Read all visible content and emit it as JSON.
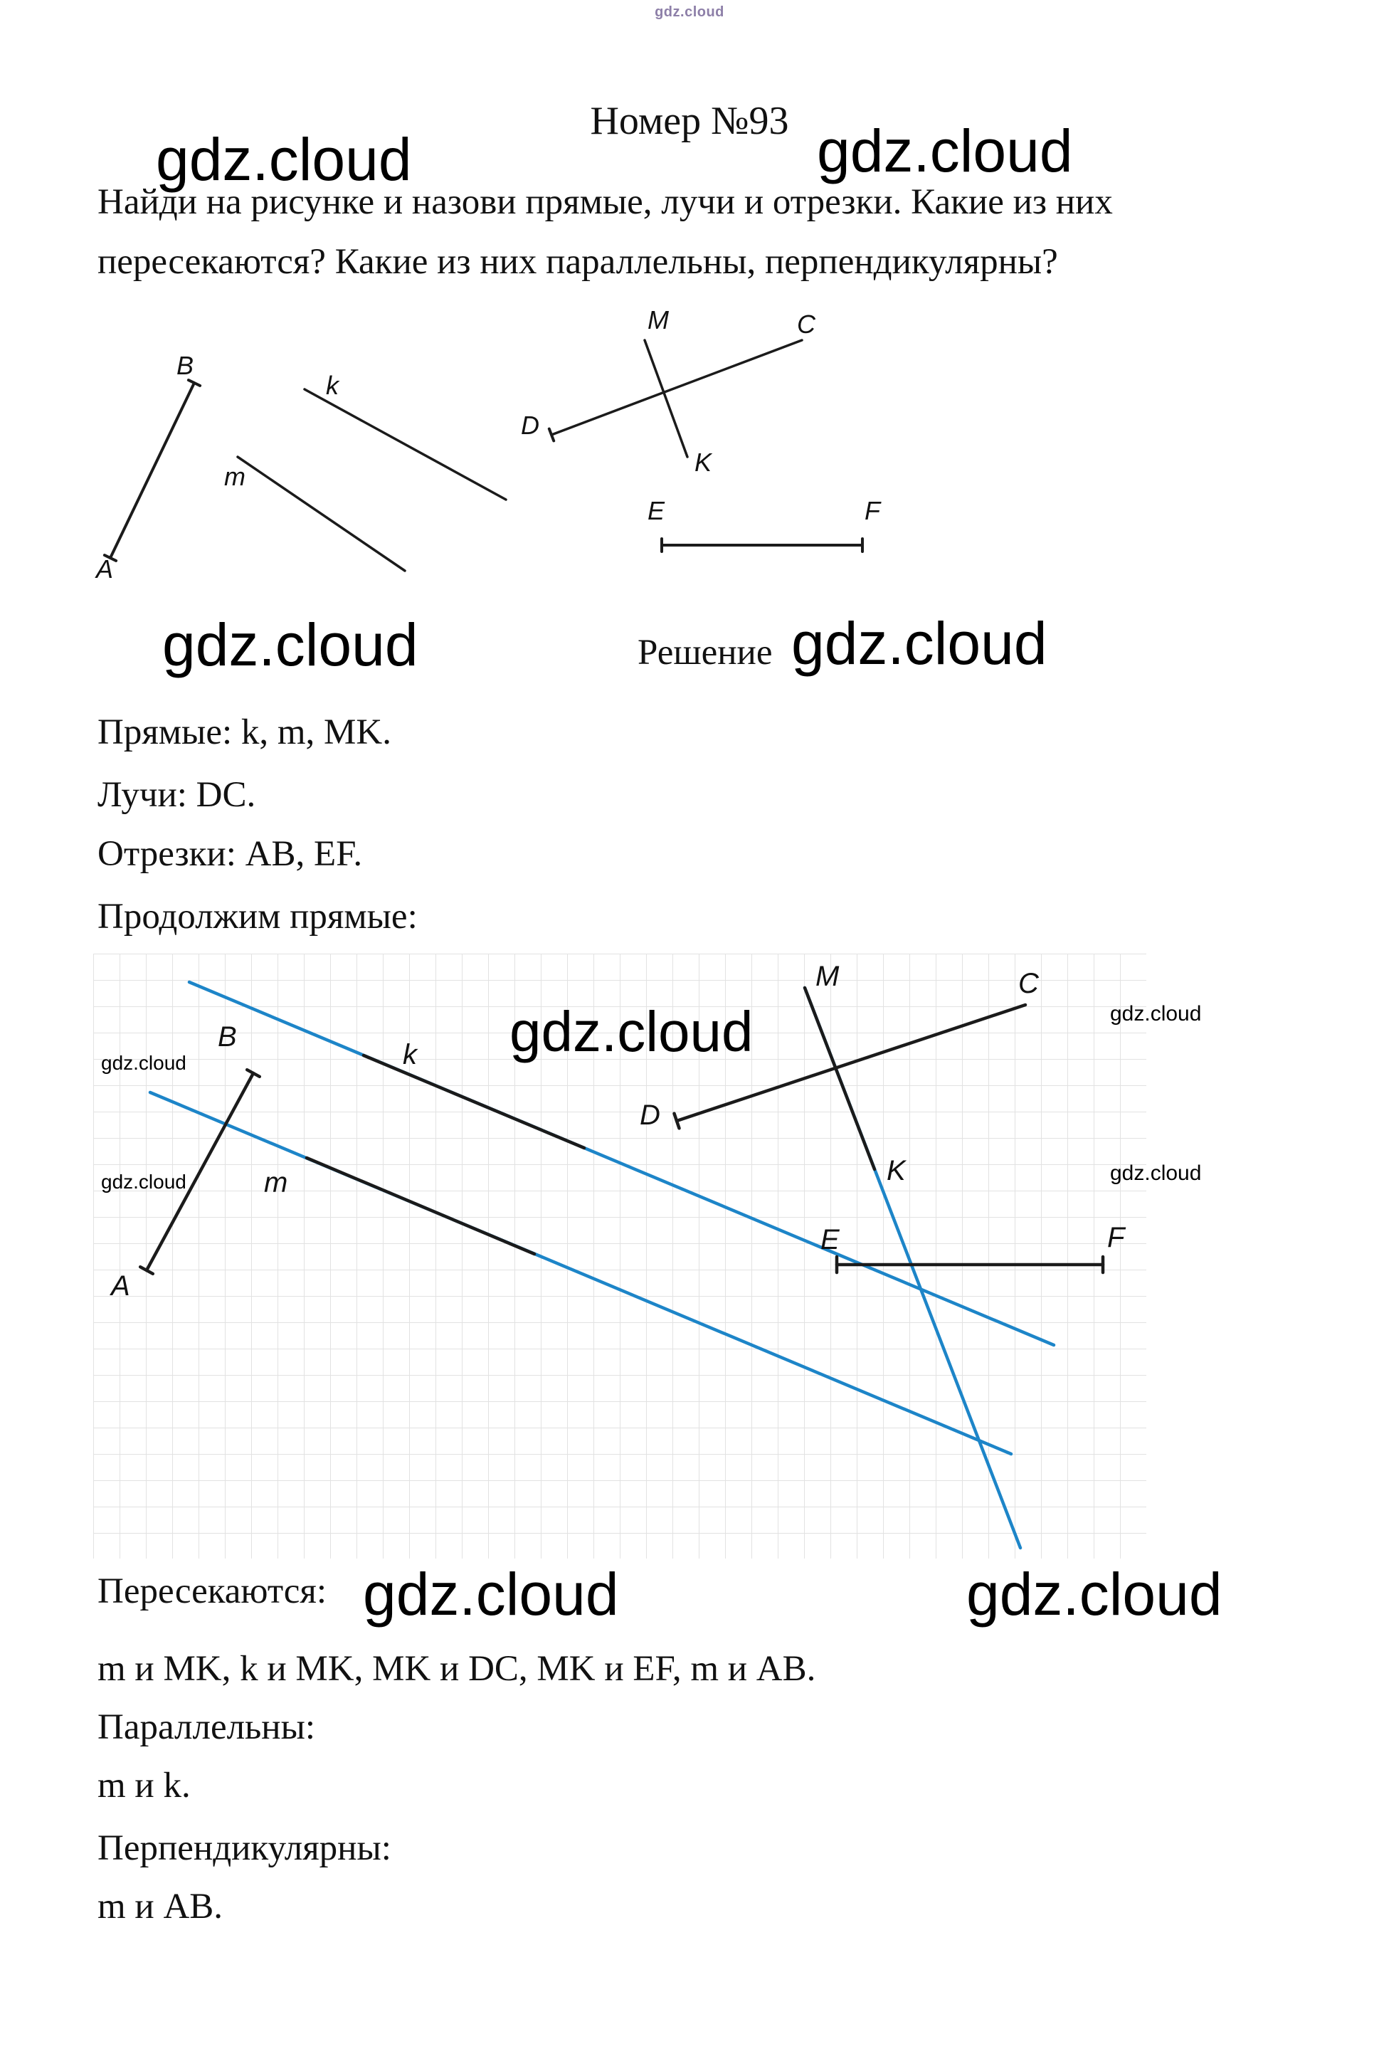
{
  "brand": {
    "watermark": "gdz.cloud"
  },
  "header": {
    "tiny_watermark": "gdz.cloud",
    "title": "Номер №93"
  },
  "problem": {
    "line1": "Найди на рисунке и назови прямые, лучи и отрезки. Какие из них",
    "line2": "пересекаются? Какие из них параллельны, перпендикулярны?"
  },
  "solution": {
    "heading": "Решение",
    "straight_lines": "Прямые: k, m, MK.",
    "rays": "Лучи: DC.",
    "segments": "Отрезки: AB, EF.",
    "continue_lines": "Продолжим прямые:",
    "intersect_label": "Пересекаются:",
    "intersect_items": "m и MK, k и MK, MK и DC, MK и EF, m и AB.",
    "parallel_label": "Параллельны:",
    "parallel_items": "m и k.",
    "perpendicular_label": "Перпендикулярны:",
    "perpendicular_items": "m и AB."
  },
  "figure_labels": {
    "A": "A",
    "B": "B",
    "C": "C",
    "D": "D",
    "E": "E",
    "F": "F",
    "K": "K",
    "M": "M",
    "k": "k",
    "m": "m"
  },
  "colors": {
    "extension_blue": "#1d85c8",
    "figure_black": "#1b1b1b",
    "grid_gray": "#e2e2e2",
    "tiny_watermark_purple": "#8d7fa8"
  }
}
